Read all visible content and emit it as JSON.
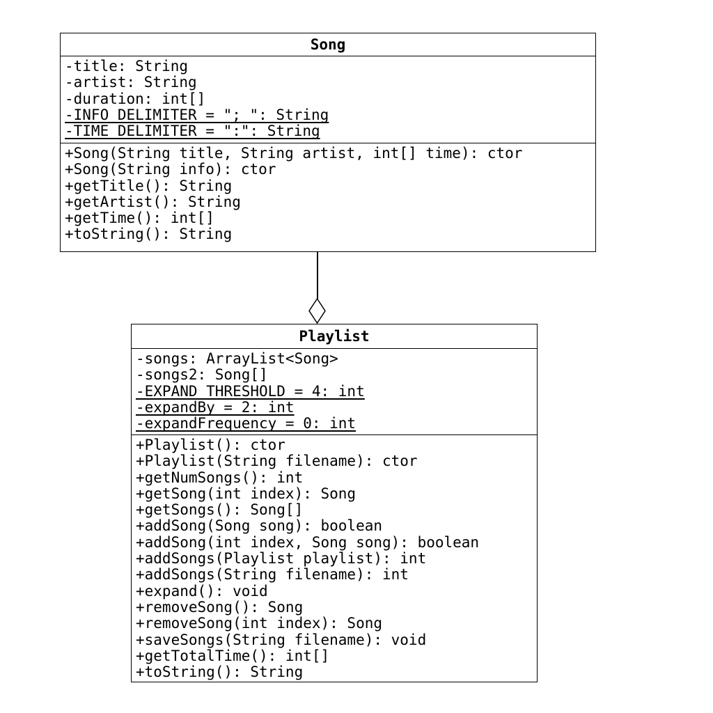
{
  "diagram": {
    "kind": "uml-class-diagram",
    "colors": {
      "background": "#ffffff",
      "border": "#000000",
      "text": "#000000"
    },
    "classes": [
      {
        "name": "Song",
        "attributes": [
          {
            "text": "-title: String",
            "static": false
          },
          {
            "text": "-artist: String",
            "static": false
          },
          {
            "text": "-duration: int[]",
            "static": false
          },
          {
            "text": "-INFO_DELIMITER = \"; \": String",
            "static": true
          },
          {
            "text": "-TIME_DELIMITER = \":\": String",
            "static": true
          }
        ],
        "methods": [
          {
            "text": "+Song(String title, String artist, int[] time): ctor",
            "static": false
          },
          {
            "text": "+Song(String info): ctor",
            "static": false
          },
          {
            "text": "+getTitle(): String",
            "static": false
          },
          {
            "text": "+getArtist(): String",
            "static": false
          },
          {
            "text": "+getTime(): int[]",
            "static": false
          },
          {
            "text": "+toString(): String",
            "static": false
          }
        ]
      },
      {
        "name": "Playlist",
        "attributes": [
          {
            "text": "-songs: ArrayList<Song>",
            "static": false
          },
          {
            "text": "-songs2: Song[]",
            "static": false
          },
          {
            "text": "-EXPAND_THRESHOLD = 4: int",
            "static": true
          },
          {
            "text": "-expandBy = 2: int",
            "static": true
          },
          {
            "text": "-expandFrequency = 0: int",
            "static": true
          }
        ],
        "methods": [
          {
            "text": "+Playlist(): ctor",
            "static": false
          },
          {
            "text": "+Playlist(String filename): ctor",
            "static": false
          },
          {
            "text": "+getNumSongs(): int",
            "static": false
          },
          {
            "text": "+getSong(int index): Song",
            "static": false
          },
          {
            "text": "+getSongs(): Song[]",
            "static": false
          },
          {
            "text": "+addSong(Song song): boolean",
            "static": false
          },
          {
            "text": "+addSong(int index, Song song): boolean",
            "static": false
          },
          {
            "text": "+addSongs(Playlist playlist): int",
            "static": false
          },
          {
            "text": "+addSongs(String filename): int",
            "static": false
          },
          {
            "text": "+expand(): void",
            "static": false
          },
          {
            "text": "+removeSong(): Song",
            "static": false
          },
          {
            "text": "+removeSong(int index): Song",
            "static": false
          },
          {
            "text": "+saveSongs(String filename): void",
            "static": false
          },
          {
            "text": "+getTotalTime(): int[]",
            "static": false
          },
          {
            "text": "+toString(): String",
            "static": false
          }
        ]
      }
    ],
    "relationship": {
      "type": "aggregation",
      "child": "Song",
      "parent": "Playlist"
    }
  }
}
